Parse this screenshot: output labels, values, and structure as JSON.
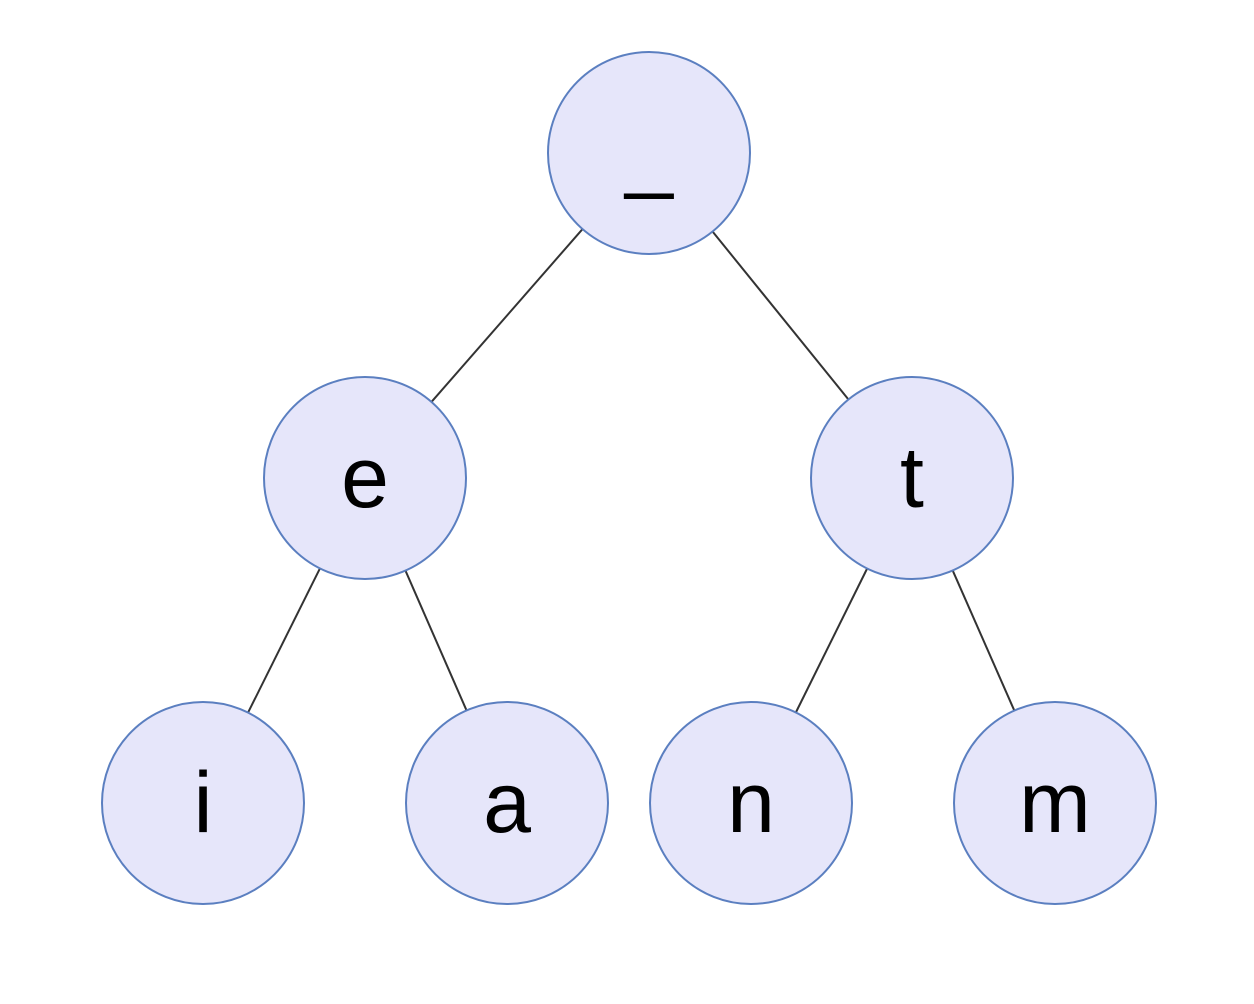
{
  "colors": {
    "node_fill": "#e6e6fa",
    "node_stroke": "#5b7fc0",
    "edge": "#333333",
    "text": "#000000",
    "background": "#ffffff"
  },
  "tree": {
    "root": {
      "id": "root",
      "label": "_",
      "children": [
        {
          "id": "e",
          "label": "e",
          "children": [
            {
              "id": "i",
              "label": "i",
              "children": []
            },
            {
              "id": "a",
              "label": "a",
              "children": []
            }
          ]
        },
        {
          "id": "t",
          "label": "t",
          "children": [
            {
              "id": "n",
              "label": "n",
              "children": []
            },
            {
              "id": "m",
              "label": "m",
              "children": []
            }
          ]
        }
      ]
    }
  }
}
